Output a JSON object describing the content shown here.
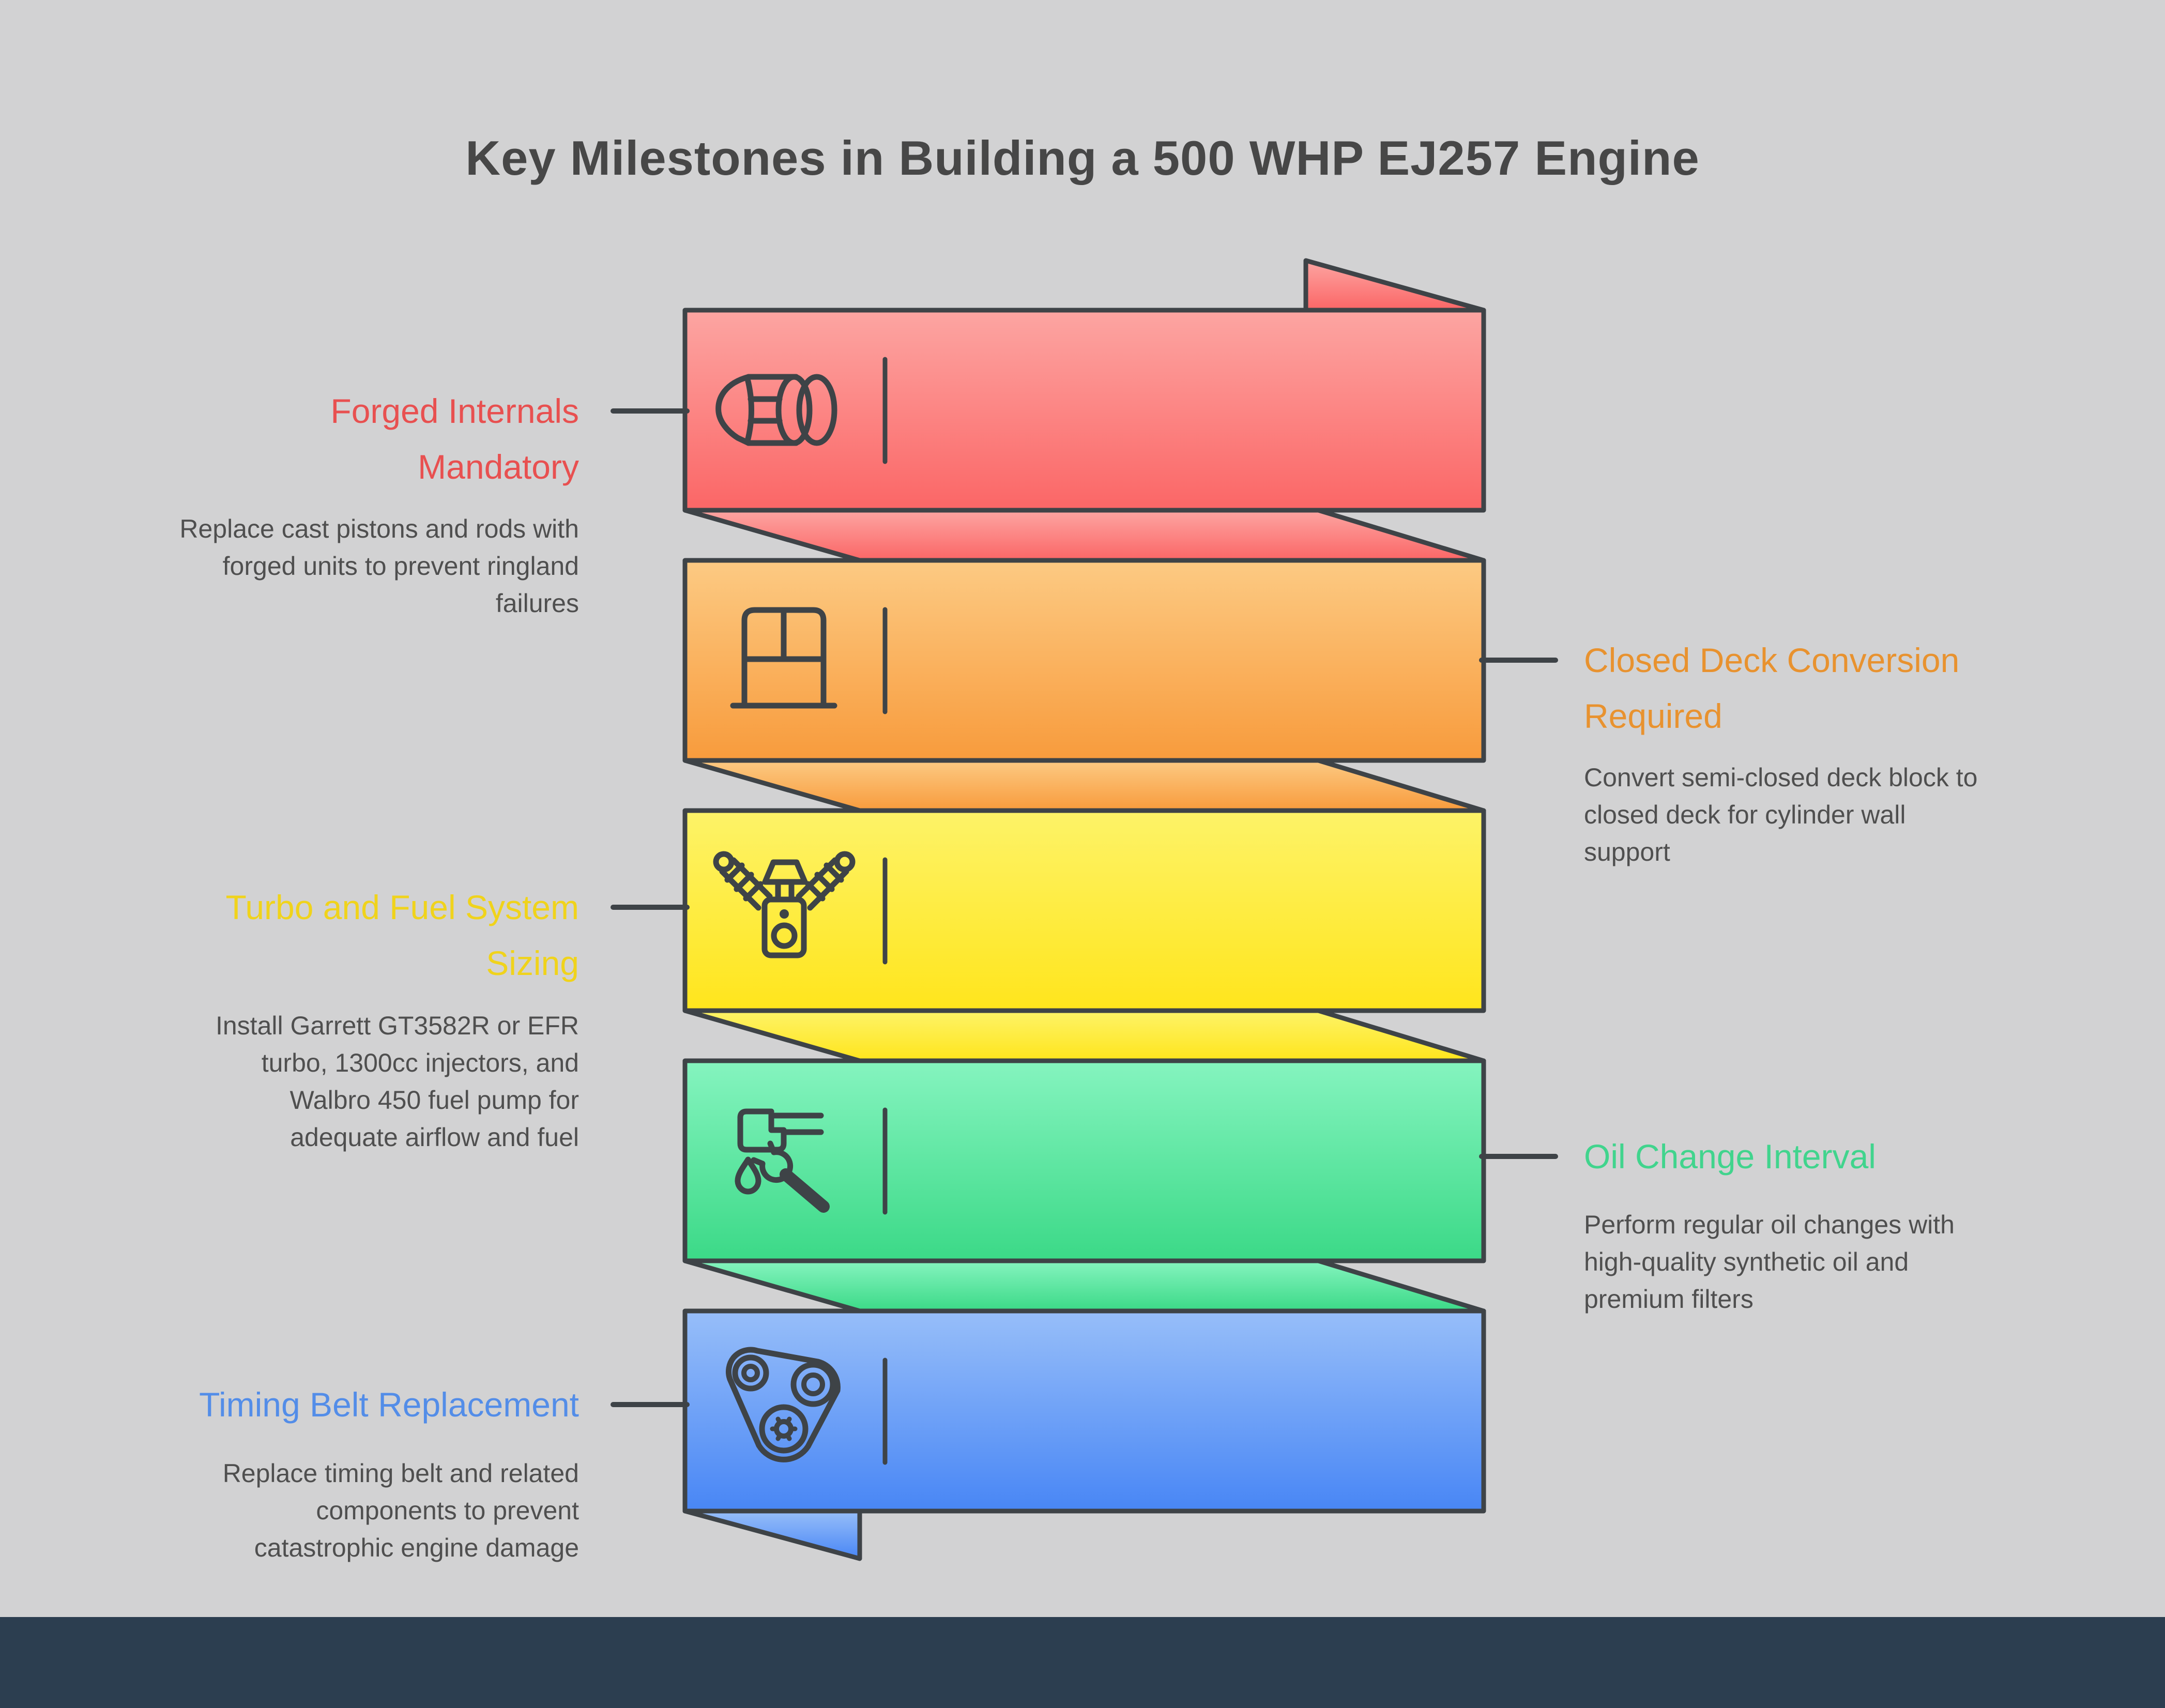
{
  "page": {
    "title": "Key Milestones in Building a 500 WHP EJ257 Engine",
    "background": "#d2d2d3",
    "footer_color": "#2c3e50",
    "outline_color": "#3e4347",
    "title_color": "#474747",
    "body_text_color": "#4f4f4f"
  },
  "sections": [
    {
      "name": "forged-internals",
      "side": "left",
      "icon": "piston-icon",
      "title": "Forged Internals\nMandatory",
      "description": "Replace cast pistons and rods with\nforged units to prevent ringland\nfailures",
      "accent": "#e85050",
      "gradient_top": "#fca5a2",
      "gradient_bottom": "#fb6666"
    },
    {
      "name": "closed-deck-conversion",
      "side": "right",
      "icon": "engine-block-deck-icon",
      "title": "Closed Deck Conversion\nRequired",
      "description": "Convert semi-closed deck block to\nclosed deck for cylinder wall\nsupport",
      "accent": "#e8922f",
      "gradient_top": "#fcca83",
      "gradient_bottom": "#f89b3c"
    },
    {
      "name": "turbo-and-fuel-system-sizing",
      "side": "left",
      "icon": "engine-icon",
      "title": "Turbo and Fuel System\nSizing",
      "description": "Install Garrett GT3582R or EFR\nturbo, 1300cc injectors, and\nWalbro 450 fuel pump for\nadequate airflow and fuel",
      "accent": "#f0d31b",
      "gradient_top": "#fdf368",
      "gradient_bottom": "#ffe51c"
    },
    {
      "name": "oil-change-interval",
      "side": "right",
      "icon": "oil-service-icon",
      "title": "Oil Change Interval",
      "description": "Perform regular oil changes with\nhigh-quality synthetic oil and\npremium filters",
      "accent": "#41d48d",
      "gradient_top": "#85f4bf",
      "gradient_bottom": "#3bd987"
    },
    {
      "name": "timing-belt-replacement",
      "side": "left",
      "icon": "timing-belt-icon",
      "title": "Timing Belt Replacement",
      "description": "Replace timing belt and related\ncomponents to prevent\ncatastrophic engine damage",
      "accent": "#538de8",
      "gradient_top": "#97bef9",
      "gradient_bottom": "#4886f5"
    }
  ]
}
